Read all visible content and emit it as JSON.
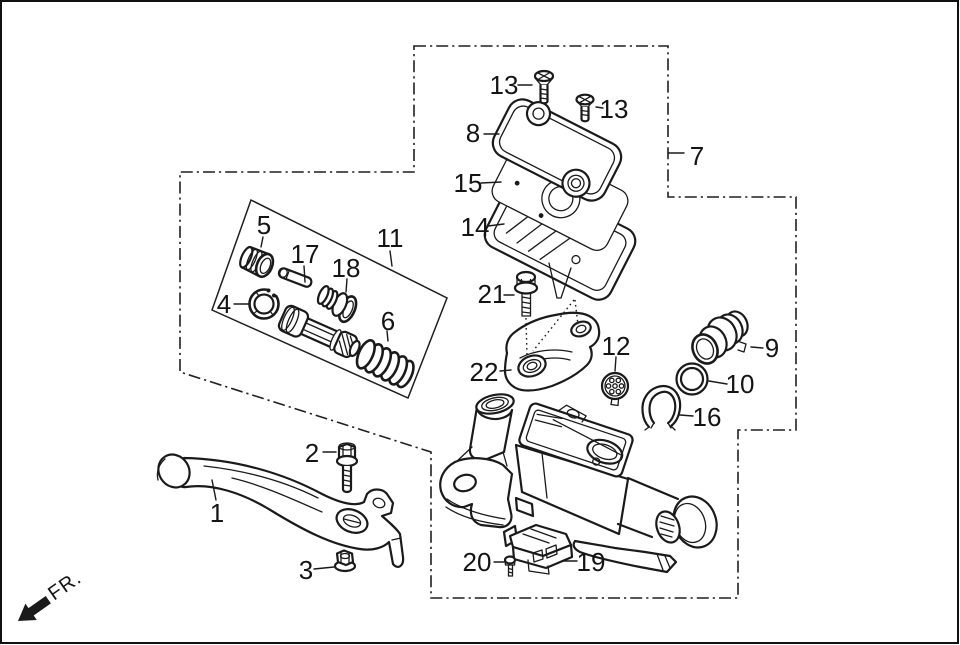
{
  "diagram": {
    "type": "exploded-parts-diagram",
    "background": "#ffffff",
    "line_color": "#1a1a1a",
    "direction_marker": "FR.",
    "callouts": {
      "c1": "1",
      "c2": "2",
      "c3": "3",
      "c4": "4",
      "c5": "5",
      "c6": "6",
      "c7": "7",
      "c8": "8",
      "c9": "9",
      "c10": "10",
      "c11": "11",
      "c12": "12",
      "c13a": "13",
      "c13b": "13",
      "c14": "14",
      "c15": "15",
      "c16": "16",
      "c17": "17",
      "c18": "18",
      "c19": "19",
      "c20": "20",
      "c21": "21",
      "c22": "22"
    }
  }
}
